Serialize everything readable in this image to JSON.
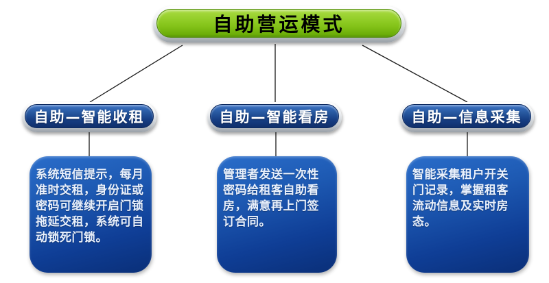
{
  "root": {
    "title": "自助营运模式"
  },
  "branches": [
    {
      "label": "自助—智能收租",
      "description": "系统短信提示，每月\n准时交租，身份证或\n密码可继续开启门锁\n拖延交租，系统可自\n动锁死门锁。"
    },
    {
      "label": "自助—智能看房",
      "description": "管理者发送一次性\n密码给租客自助看\n房，满意再上门签\n订合同。"
    },
    {
      "label": "自助—信息采集",
      "description": "智能采集租户开关\n门记录，掌握租客\n流动信息及实时房\n态。"
    }
  ],
  "colors": {
    "root_pill_green": "#84c319",
    "branch_pill_blue": "#1c4c9c",
    "branch_box_blue_top": "#2a6dca",
    "branch_box_blue_bottom": "#0a2f78",
    "rim_silver": "#c4c9ce",
    "connector_line": "#1a1a1a",
    "title_text": "#000000",
    "branch_text": "#ffffff"
  }
}
